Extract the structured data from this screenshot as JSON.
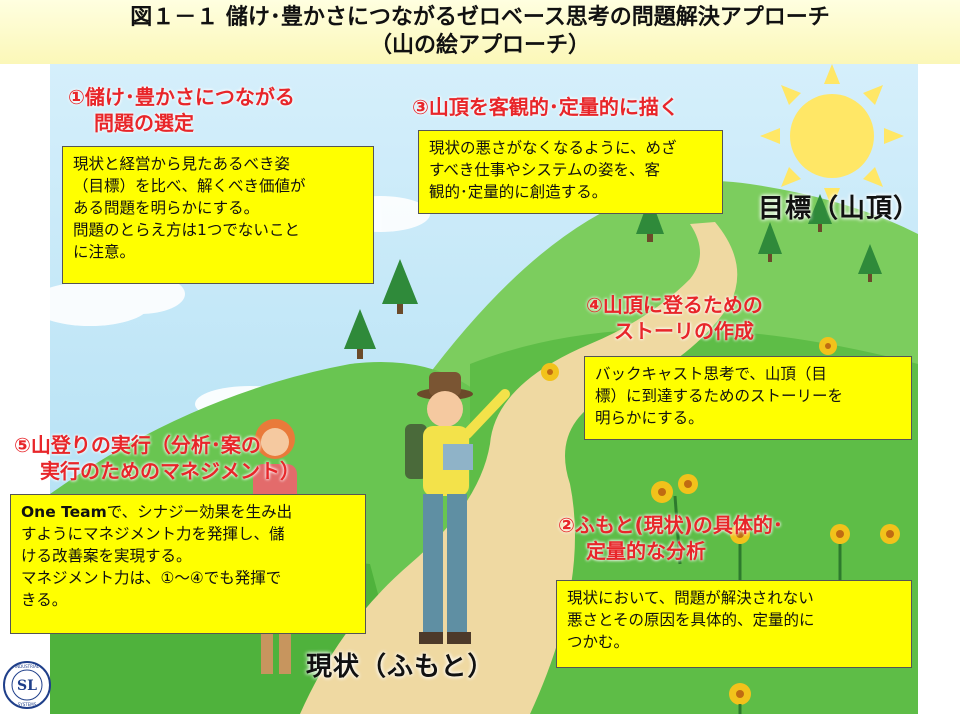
{
  "title": {
    "line1": "図１－１ 儲け･豊かさにつながるゼロベース思考の問題解決アプローチ",
    "line2": "（山の絵アプローチ）"
  },
  "steps": {
    "s1": {
      "heading_l1": "①儲け･豊かさにつながる",
      "heading_l2": "問題の選定",
      "body": [
        "現状と経営から見たあるべき姿",
        "（目標）を比べ、解くべき価値が",
        "ある問題を明らかにする。",
        "問題のとらえ方は1つでないこと",
        "に注意。"
      ]
    },
    "s2": {
      "heading_l1": "②ふもと(現状)の具体的･",
      "heading_l2": "定量的な分析",
      "body": [
        "現状において、問題が解決されない",
        "悪さとその原因を具体的、定量的に",
        "つかむ。"
      ]
    },
    "s3": {
      "heading_l1": "③山頂を客観的･定量的に描く",
      "body": [
        "現状の悪さがなくなるように、めざ",
        "すべき仕事やシステムの姿を、客",
        "観的･定量的に創造する。"
      ]
    },
    "s4": {
      "heading_l1": "④山頂に登るための",
      "heading_l2": "ストーリの作成",
      "body": [
        "バックキャスト思考で、山頂（目",
        "標）に到達するためのストーリーを",
        "明らかにする。"
      ]
    },
    "s5": {
      "heading_l1": "⑤山登りの実行（分析･案の",
      "heading_l2": "実行のためのマネジメント）",
      "body_bold": "One Team",
      "body_first_rest": "で、シナジー効果を生み出",
      "body": [
        "すようにマネジメント力を発揮し、儲",
        "ける改善案を実現する。",
        "マネジメント力は、①～④でも発揮で",
        "きる。"
      ]
    }
  },
  "labels": {
    "summit": "目標（山頂）",
    "foot": "現状（ふもと）"
  },
  "logo": {
    "letters": "SL",
    "ring_top": "INDUSTRIAL",
    "ring_bottom": "SYSTEMS"
  },
  "colors": {
    "heading_red": "#e8262a",
    "box_yellow": "#ffff00",
    "sky": "#b9e3f7",
    "hill": "#5cc04a",
    "path": "#efd9a2",
    "sun": "#ffe766"
  }
}
